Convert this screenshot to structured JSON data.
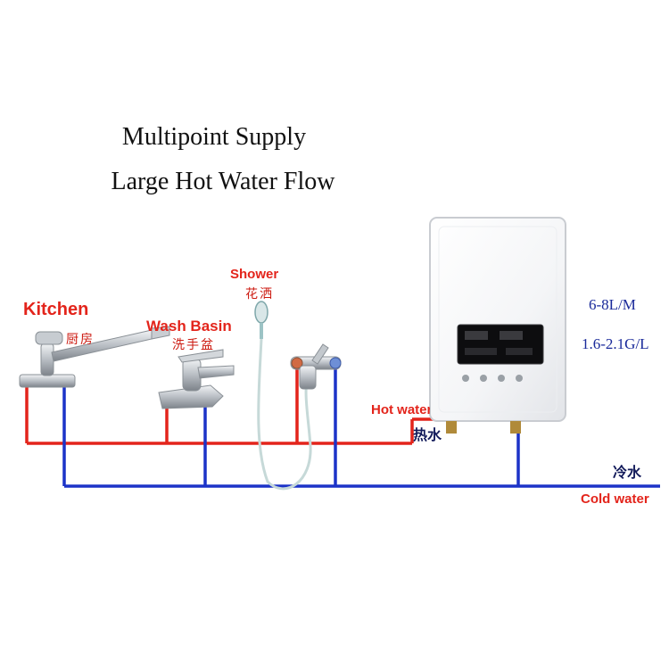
{
  "title": {
    "line1": "Multipoint Supply",
    "line2": "Large Hot Water Flow"
  },
  "specs": {
    "flow_lpm": "6-8L/M",
    "flow_gpm": "1.6-2.1G/L"
  },
  "fixtures": {
    "kitchen": {
      "en": "Kitchen",
      "cn": "厨房"
    },
    "wash_basin": {
      "en": "Wash Basin",
      "cn": "洗手盆"
    },
    "shower": {
      "en": "Shower",
      "cn": "花洒"
    }
  },
  "pipes": {
    "hot_en": "Hot water",
    "hot_cn": "热水",
    "cold_en": "Cold water",
    "cold_cn": "冷水"
  },
  "colors": {
    "hot_pipe": "#e3241b",
    "cold_pipe": "#1c33c8",
    "label_red": "#e3241b",
    "spec_text": "#1a2a9a"
  },
  "icons": {
    "heater": "water-heater-unit",
    "kitchen": "kitchen-faucet-icon",
    "basin": "basin-faucet-icon",
    "shower": "shower-head-icon"
  }
}
